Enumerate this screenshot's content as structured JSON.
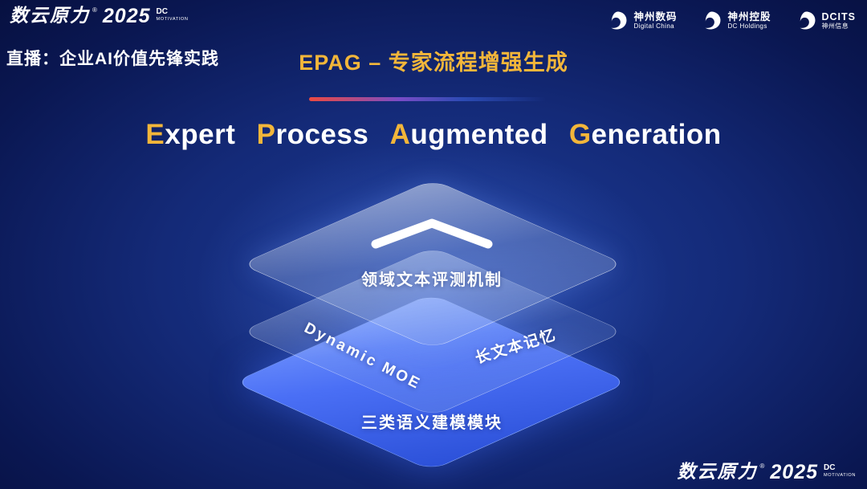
{
  "brand": {
    "wordmark": "数云原力",
    "reg": "®",
    "year": "2025",
    "dc": "DC",
    "motivation": "MOTIVATION"
  },
  "header": {
    "live_label": "直播：企业AI价值先锋实践",
    "partners": [
      {
        "name_primary": "神州数码",
        "name_secondary": "Digital China"
      },
      {
        "name_primary": "神州控股",
        "name_secondary": "DC Holdings"
      },
      {
        "name_primary": "DCITS",
        "name_secondary": "神州信息"
      }
    ]
  },
  "title": {
    "heading": "EPAG – 专家流程增强生成",
    "subtitle_words": [
      {
        "initial": "E",
        "rest": "xpert"
      },
      {
        "initial": "P",
        "rest": "rocess"
      },
      {
        "initial": "A",
        "rest": "ugmented"
      },
      {
        "initial": "G",
        "rest": "eneration"
      }
    ]
  },
  "diagram": {
    "top_layer_label": "领域文本评测机制",
    "middle_layer_label_left": "Dynamic MOE",
    "middle_layer_label_right": "长文本记忆",
    "bottom_layer_label": "三类语义建模模块",
    "chevron_icon": "chevron-up"
  },
  "icons": {
    "partner_logo": "swirl-icon",
    "layer_marker": "chevron-up-icon"
  },
  "colors": {
    "accent_gold": "#f2b63a",
    "divider_red": "#ec4a41",
    "divider_blue": "#2c4bb4",
    "layer_blue": "#4a6ff5",
    "background_navy": "#0a1752"
  }
}
